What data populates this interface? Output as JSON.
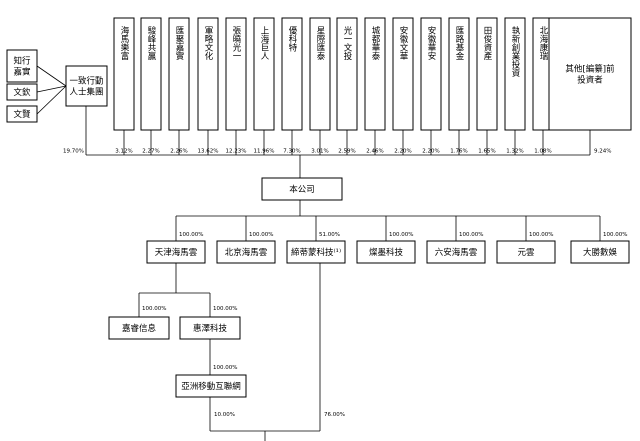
{
  "persons": [
    "知行\n嘉實",
    "文欽",
    "文賢"
  ],
  "concert_group": "一致行動\n人士集團",
  "shareholders": [
    "海馬樂富",
    "駿峰共贏",
    "匯聚嘉實",
    "軍略文化",
    "張曉光一",
    "上海巨人",
    "優科特",
    "星際匯泰",
    "光一文投",
    "城都華泰",
    "安徽文華",
    "安徽華安",
    "匯路基金",
    "田俊資產",
    "執新創業投資",
    "北海康瑞"
  ],
  "others_label": "其他[編纂]前\n投資者",
  "shareholding": [
    "19.70%",
    "3.12%",
    "2.27%",
    "2.26%",
    "13.62%",
    "12.23%",
    "11.96%",
    "7.30%",
    "3.01%",
    "2.59%",
    "2.46%",
    "2.20%",
    "2.20%",
    "1.76%",
    "1.65%",
    "1.32%",
    "1.08%",
    "9.24%"
  ],
  "company": "本公司",
  "subsidiaries": [
    {
      "name": "天津海馬雲",
      "pct": "100.00%"
    },
    {
      "name": "北京海馬雲",
      "pct": "100.00%"
    },
    {
      "name": "締蒂蒙科技⁽¹⁾",
      "pct": "51.00%"
    },
    {
      "name": "燦墨科技",
      "pct": "100.00%"
    },
    {
      "name": "六安海馬雲",
      "pct": "100.00%"
    },
    {
      "name": "元雲",
      "pct": "100.00%"
    },
    {
      "name": "大勝數娛",
      "pct": "100.00%"
    }
  ],
  "tianjin_children": [
    {
      "name": "嘉睿信息",
      "pct": "100.00%"
    },
    {
      "name": "惠澤科技",
      "pct": "100.00%"
    }
  ],
  "asia_mobile": {
    "name": "亞洲移動互聯網",
    "pct": "100.00%"
  },
  "bottom_pcts": [
    "10.00%",
    "76.00%"
  ]
}
